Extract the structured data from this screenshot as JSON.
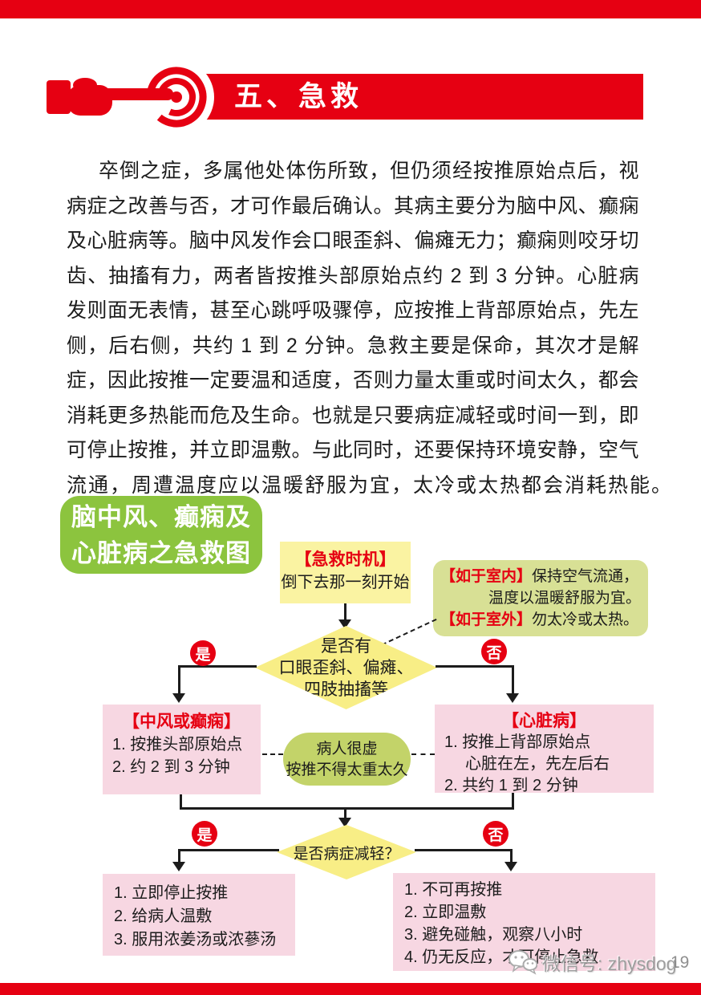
{
  "header": {
    "title": "五、急救",
    "icon": "hand-press-spiral-icon"
  },
  "paragraph": {
    "lines": [
      "卒倒之症，多属他处体伤所致，但仍须经按推原始点后，视",
      "病症之改善与否，才可作最后确认。其病主要分为脑中风、癫痫",
      "及心脏病等。脑中风发作会口眼歪斜、偏瘫无力；癫痫则咬牙切",
      "齿、抽搐有力，两者皆按推头部原始点约 2 到 3 分钟。心脏病",
      "发则面无表情，甚至心跳呼吸骤停，应按推上背部原始点，先左",
      "侧，后右侧，共约 1 到 2 分钟。急救主要是保命，其次才是解",
      "症，因此按推一定要温和适度，否则力量太重或时间太久，都会",
      "消耗更多热能而危及生命。也就是只要病症减轻或时间一到，即",
      "可停止按推，并立即温敷。与此同时，还要保持环境安静，空气",
      "流通，周遭温度应以温暖舒服为宜，太冷或太热都会消耗热能。"
    ]
  },
  "flowchart": {
    "title_line1": "脑中风、癫痫及",
    "title_line2": "心脏病之急救图",
    "timing": {
      "label": "【急救时机】",
      "text": "倒下去那一刻开始"
    },
    "environment": {
      "indoor_label": "【如于室内】",
      "indoor_text": "保持空气流通，",
      "indoor_text2": "温度以温暖舒服为宜。",
      "outdoor_label": "【如于室外】",
      "outdoor_text": "勿太冷或太热。"
    },
    "decision1": {
      "line1": "是否有",
      "line2": "口眼歪斜、偏瘫、",
      "line3": "四肢抽搐等"
    },
    "yes_label": "是",
    "no_label": "否",
    "stroke_box": {
      "title": "【中风或癫痫】",
      "items": [
        "1. 按推头部原始点",
        "2. 约 2 到 3 分钟"
      ]
    },
    "weak_note": {
      "line1": "病人很虚",
      "line2": "按推不得太重太久"
    },
    "heart_box": {
      "title": "【心脏病】",
      "items": [
        "1. 按推上背部原始点",
        "心脏在左，先左后右",
        "2. 共约 1 到 2 分钟"
      ]
    },
    "decision2": "是否病症减轻？",
    "relieved_box": {
      "items": [
        "1. 立即停止按推",
        "2. 给病人温敷",
        "3. 服用浓姜汤或浓蔘汤"
      ]
    },
    "not_relieved_box": {
      "items": [
        "1. 不可再按推",
        "2. 立即温敷",
        "3. 避免碰触，观察八小时",
        "4. 仍无反应，才可停止急救"
      ]
    }
  },
  "watermark": {
    "icon": "wechat-icon",
    "text": "微信号: zhysdog",
    "page_number": "19"
  },
  "colors": {
    "accent_red": "#e60012",
    "title_green": "#8cc43e",
    "note_olive": "#c3d369",
    "env_olive": "#d8e095",
    "box_yellow": "#faf3a2",
    "diamond_yellow": "#f8ee86",
    "box_pink": "#f7d7e2"
  }
}
